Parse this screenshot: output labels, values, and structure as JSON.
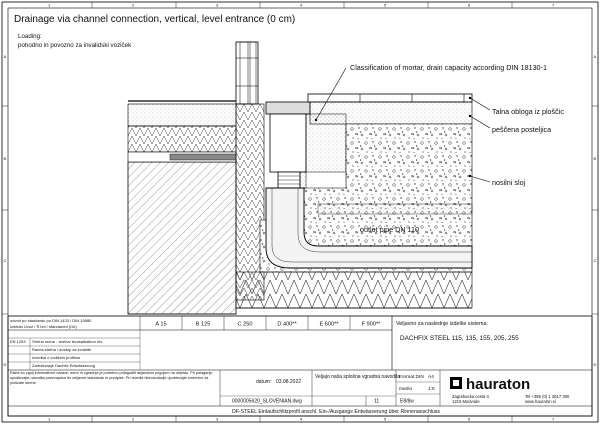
{
  "title": "Drainage via channel connection, vertical, level entrance (0 cm)",
  "loading_label": "Loading:",
  "loading_value": "pohodno in povozno za invalidski voziček",
  "callouts": {
    "mortar": "Classification of mortar, drain capacity according DIN 18130-1",
    "floor": "Talna obloga iz ploščic",
    "sand": "peščena posteljica",
    "base": "nosilni sloj",
    "pipe": "outlet pipe DN 110"
  },
  "frame": {
    "top_ticks": [
      "1",
      "2",
      "3",
      "4",
      "5",
      "6",
      "7"
    ],
    "bottom_ticks": [
      "1",
      "2",
      "3",
      "4",
      "5",
      "6",
      "7"
    ],
    "left_ticks": [
      "A",
      "B",
      "C",
      "D"
    ],
    "right_ticks": [
      "A",
      "B",
      "C",
      "D"
    ]
  },
  "title_block": {
    "left_header_1": "odvod po standardu po DIN 1433 / DIN 19580",
    "left_header_2": "Izdelan Uvoz / Š Izd / standardni (Od)",
    "load_classes": [
      "A 15",
      "B 125",
      "C 250",
      "D 400**",
      "E 600**",
      "F 900**"
    ],
    "suitable_heading": "Veljavno za naslednje izdelke sistema:",
    "product_line": "DACHFIX STEEL 115, 135, 155, 205, 255",
    "rows": [
      {
        "code": "EN 1253",
        "text": "Streha ravna - streha/ terasa/balkon etc."
      },
      {
        "code": "",
        "text": "Ravna streha / dostop za invalide"
      },
      {
        "code": "",
        "text": "Izvedba z vodilnim profilom"
      },
      {
        "code": "",
        "text": "Zadrževanje Dachfix Entwässerung"
      }
    ],
    "disclaimer": "Risbe so zgolj informativne narave; mere in vgradnja je potrebno prilagoditi dejanskim pogojem na objektu. Pri polaganju upoštevajte navodila proizvajalca ter veljavne standarde in predpise. Pri izvedbi hidroizolacije upoštevajte smernice za ploščate strehe.",
    "date_label": "datum:",
    "date_value": "03.08.2022",
    "note": "Veljajo naša splošna vgradna navodila.",
    "file_name": "0000005620_SLOVENIAN.dwg",
    "sheet_no": "11",
    "scale_ratio": "E8/8w",
    "format_label": "Format DIN",
    "format_value": "A4",
    "scale_label": "merilo",
    "scale_value": "1:5",
    "company": "hauraton",
    "address_1": "Zagrebacka cesta 4",
    "address_2": "1215 Medvode",
    "phone": "Tel +386 (0) 1 3617 300",
    "web": "www.hauraton.si",
    "footer": "DF-STEEL Einlaufschlitzprofil anschl. Ein-/Ausgangs Entwässerung über Rinnenanschluss"
  }
}
